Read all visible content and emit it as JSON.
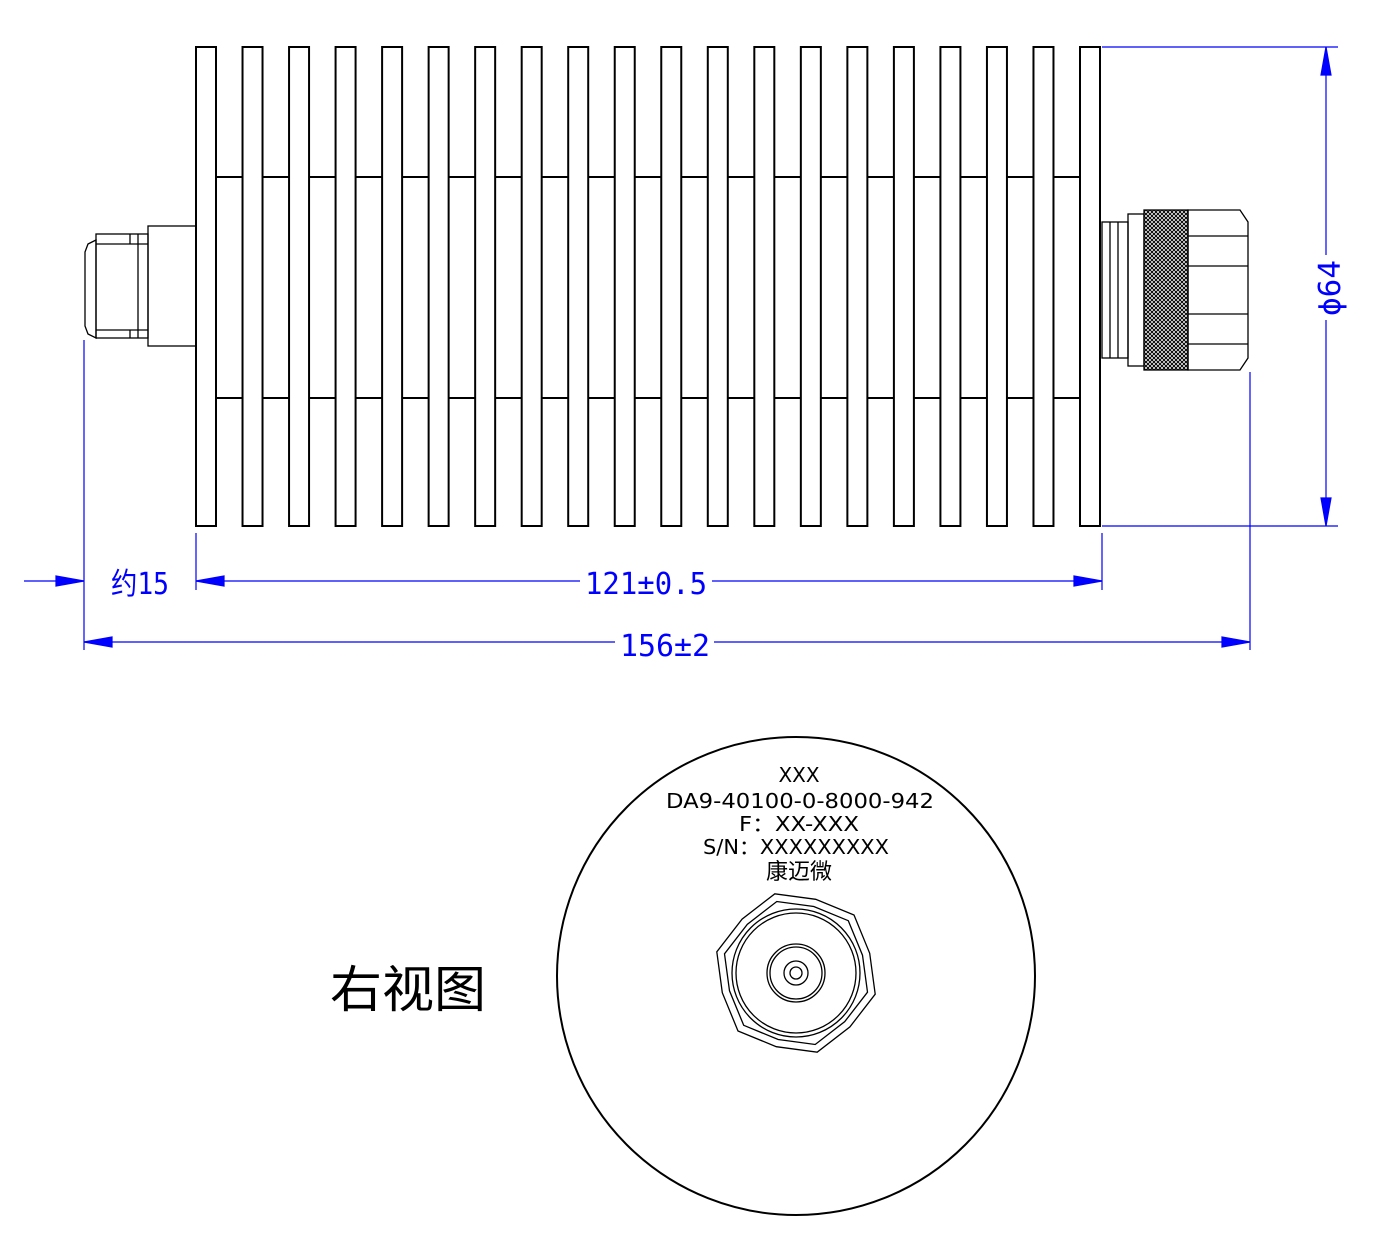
{
  "dimensions": {
    "connector_length": "约15",
    "body_length": "121±0.5",
    "total_length": "156±2",
    "diameter": "ϕ64"
  },
  "right_view": {
    "label": "右视图",
    "engraving": {
      "line1": "XXX",
      "model": "DA9-40100-0-8000-942",
      "frequency": "F：XX-XXX",
      "serial": "S/N：XXXXXXXXX",
      "maker": "康迈微"
    }
  },
  "colors": {
    "dimension": "#0000ff",
    "outline": "#000000"
  },
  "heatsink": {
    "fin_count": 20
  }
}
